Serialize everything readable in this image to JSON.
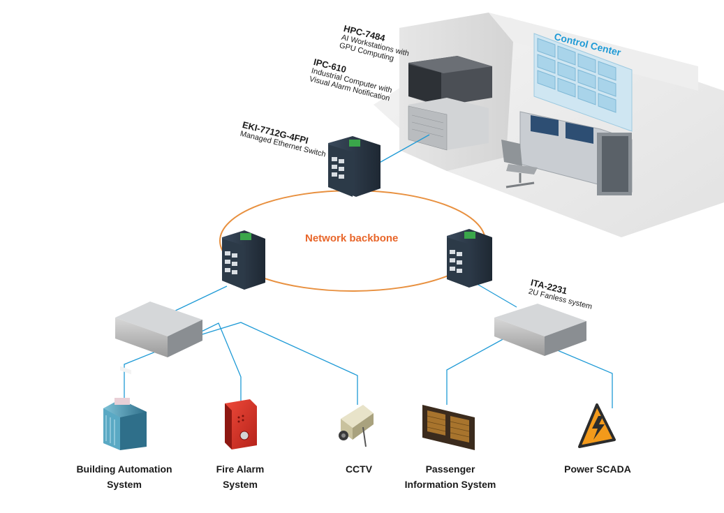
{
  "control_center": {
    "title": "Control Center"
  },
  "backbone": {
    "label": "Network backbone"
  },
  "devices": {
    "hpc": {
      "name": "HPC-7484",
      "desc_line1": "AI Workstations with",
      "desc_line2": "GPU Computing"
    },
    "ipc": {
      "name": "IPC-610",
      "desc_line1": "Industrial Computer with",
      "desc_line2": "Visual Alarm Notification"
    },
    "eki": {
      "name": "EKI-7712G-4FPI",
      "desc_line1": "Managed Ethernet Switch"
    },
    "ita": {
      "name": "ITA-2231",
      "desc_line1": "2U Fanless system"
    }
  },
  "endpoints": [
    {
      "line1": "Building Automation",
      "line2": "System",
      "icon": "building-icon"
    },
    {
      "line1": "Fire Alarm",
      "line2": "System",
      "icon": "fire-alarm-icon"
    },
    {
      "line1": "CCTV",
      "line2": "",
      "icon": "cctv-camera-icon"
    },
    {
      "line1": "Passenger",
      "line2": "Information System",
      "icon": "information-display-icon"
    },
    {
      "line1": "Power SCADA",
      "line2": "",
      "icon": "high-voltage-warning-icon"
    }
  ],
  "colors": {
    "backbone": "#e8903f",
    "link": "#1e9ad6",
    "control_center": "#1e9ad6",
    "backbone_label": "#e8662a"
  }
}
